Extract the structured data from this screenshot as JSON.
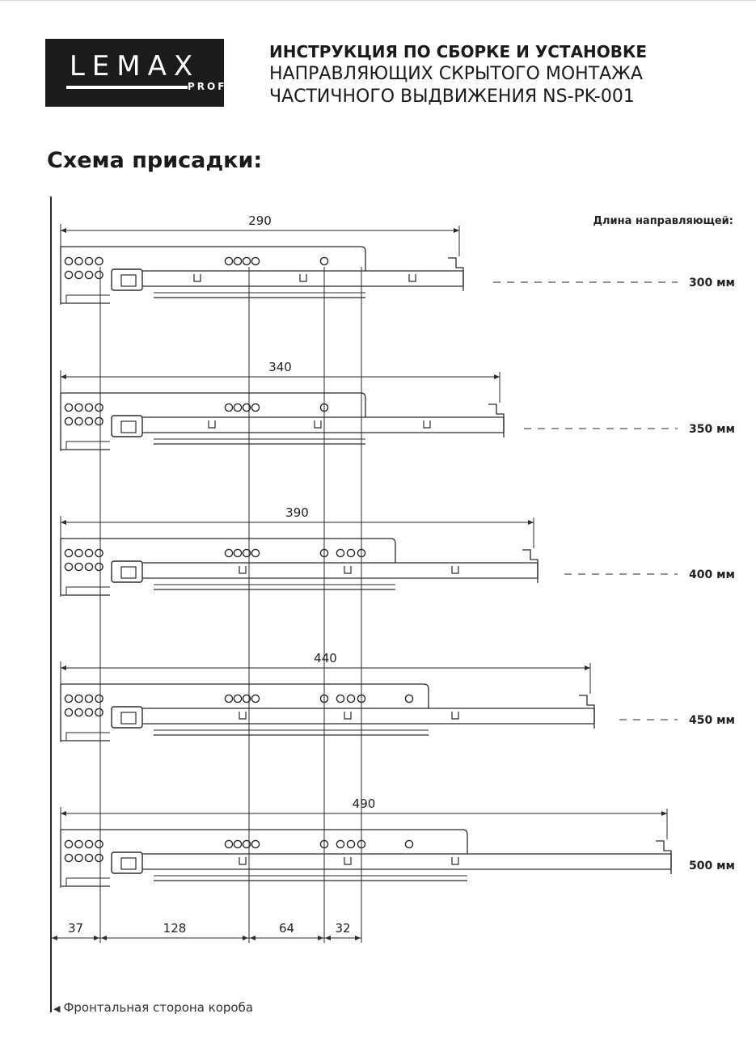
{
  "header": {
    "logo_text": "LEMAX",
    "logo_sub": "PROF",
    "title_line1": "ИНСТРУКЦИЯ ПО СБОРКЕ И УСТАНОВКЕ",
    "title_line2": "НАПРАВЛЯЮЩИХ СКРЫТОГО МОНТАЖА",
    "title_line3": "ЧАСТИЧНОГО ВЫДВИЖЕНИЯ NS-PK-001"
  },
  "section_title": "Схема присадки:",
  "length_header": "Длина направляющей:",
  "rails": [
    {
      "dimension": "290",
      "length_label": "300 мм"
    },
    {
      "dimension": "340",
      "length_label": "350 мм"
    },
    {
      "dimension": "390",
      "length_label": "400 мм"
    },
    {
      "dimension": "440",
      "length_label": "450 мм"
    },
    {
      "dimension": "490",
      "length_label": "500 мм"
    }
  ],
  "bottom_dims": [
    "37",
    "128",
    "64",
    "32"
  ],
  "front_note": "Фронтальная сторона короба",
  "colors": {
    "line": "#2a2a2a",
    "logo_bg": "#1b1b1b",
    "dash": "#555555"
  }
}
